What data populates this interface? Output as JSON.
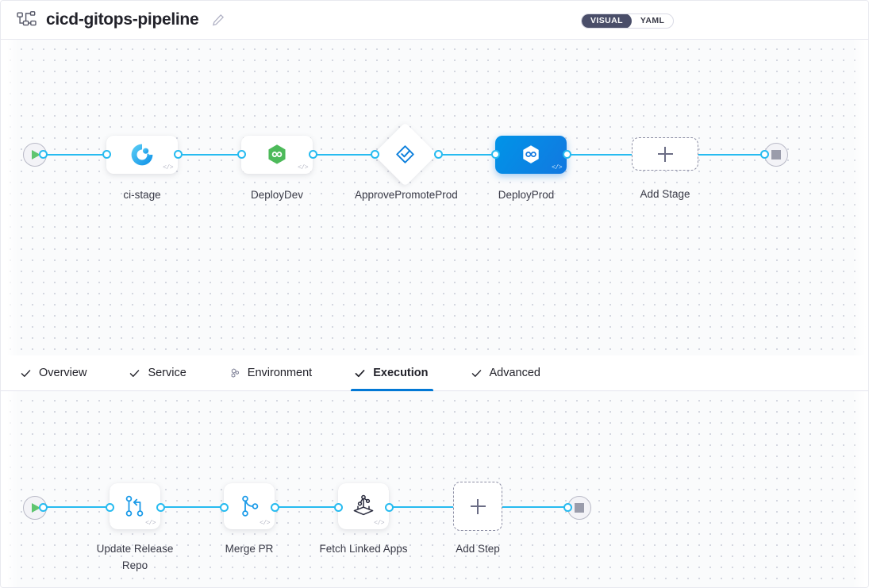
{
  "header": {
    "pipeline_icon": "pipeline-icon",
    "title": "cicd-gitops-pipeline",
    "edit_icon": "pencil-icon",
    "view_toggle": {
      "visual_label": "VISUAL",
      "yaml_label": "YAML",
      "selected": "VISUAL"
    }
  },
  "colors": {
    "wire": "#27bbf0",
    "selected_node_start": "#0094e8",
    "selected_node_end": "#1278e0",
    "active_tab_underline": "#0278d5",
    "toggle_active_bg": "#4a4e69",
    "start_play": "#5fc56f",
    "stop_square": "#9a9cab",
    "canvas_bg": "#fafbfc",
    "label_text": "#383946"
  },
  "stage_canvas": {
    "start_node": {
      "name": "pipeline-start",
      "icon": "play-icon"
    },
    "end_node": {
      "name": "pipeline-end",
      "icon": "stop-icon"
    },
    "stages": [
      {
        "label": "ci-stage",
        "icon": "harness-ci-icon",
        "type": "rect",
        "selected": false,
        "code_badge": "</>"
      },
      {
        "label": "DeployDev",
        "icon": "green-hexagon-infinity-icon",
        "type": "rect",
        "selected": false,
        "code_badge": "</>"
      },
      {
        "label": "ApprovePromoteProd",
        "icon": "approval-check-icon",
        "type": "diamond",
        "selected": false,
        "code_badge": ""
      },
      {
        "label": "DeployProd",
        "icon": "white-hexagon-infinity-icon",
        "type": "rect",
        "selected": true,
        "code_badge": "</>"
      }
    ],
    "add_stage": {
      "label": "Add Stage",
      "icon": "plus-icon"
    }
  },
  "tabs": [
    {
      "label": "Overview",
      "icon": "check-icon",
      "active": false
    },
    {
      "label": "Service",
      "icon": "check-icon",
      "active": false
    },
    {
      "label": "Environment",
      "icon": "infrastructure-icon",
      "active": false
    },
    {
      "label": "Execution",
      "icon": "check-icon",
      "active": true
    },
    {
      "label": "Advanced",
      "icon": "check-icon",
      "active": false
    }
  ],
  "step_canvas": {
    "start_node": {
      "name": "execution-start",
      "icon": "play-icon"
    },
    "end_node": {
      "name": "execution-end",
      "icon": "stop-icon"
    },
    "steps": [
      {
        "label": "Update Release Repo",
        "icon": "git-merge-icon",
        "code_badge": "</>"
      },
      {
        "label": "Merge PR",
        "icon": "git-branch-icon",
        "code_badge": "</>"
      },
      {
        "label": "Fetch Linked Apps",
        "icon": "gitops-apps-icon",
        "code_badge": "</>"
      }
    ],
    "add_step": {
      "label": "Add Step",
      "icon": "plus-icon"
    }
  }
}
